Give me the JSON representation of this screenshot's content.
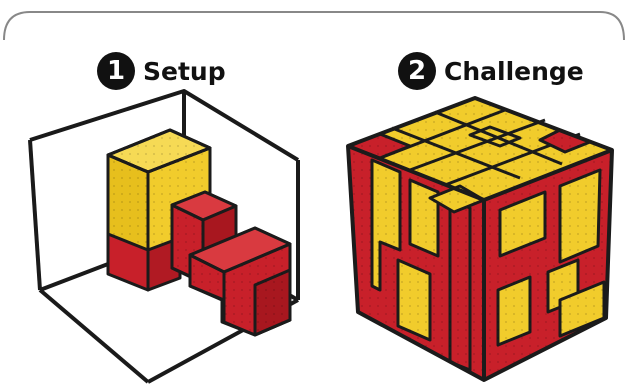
{
  "steps": [
    {
      "number": "1",
      "title": "Setup"
    },
    {
      "number": "2",
      "title": "Challenge"
    }
  ],
  "colors": {
    "red": "#c8202a",
    "yellow": "#f1cc2c",
    "outline": "#1b1b1b",
    "frame_stroke": "#1a1a1a",
    "background": "#ffffff"
  }
}
